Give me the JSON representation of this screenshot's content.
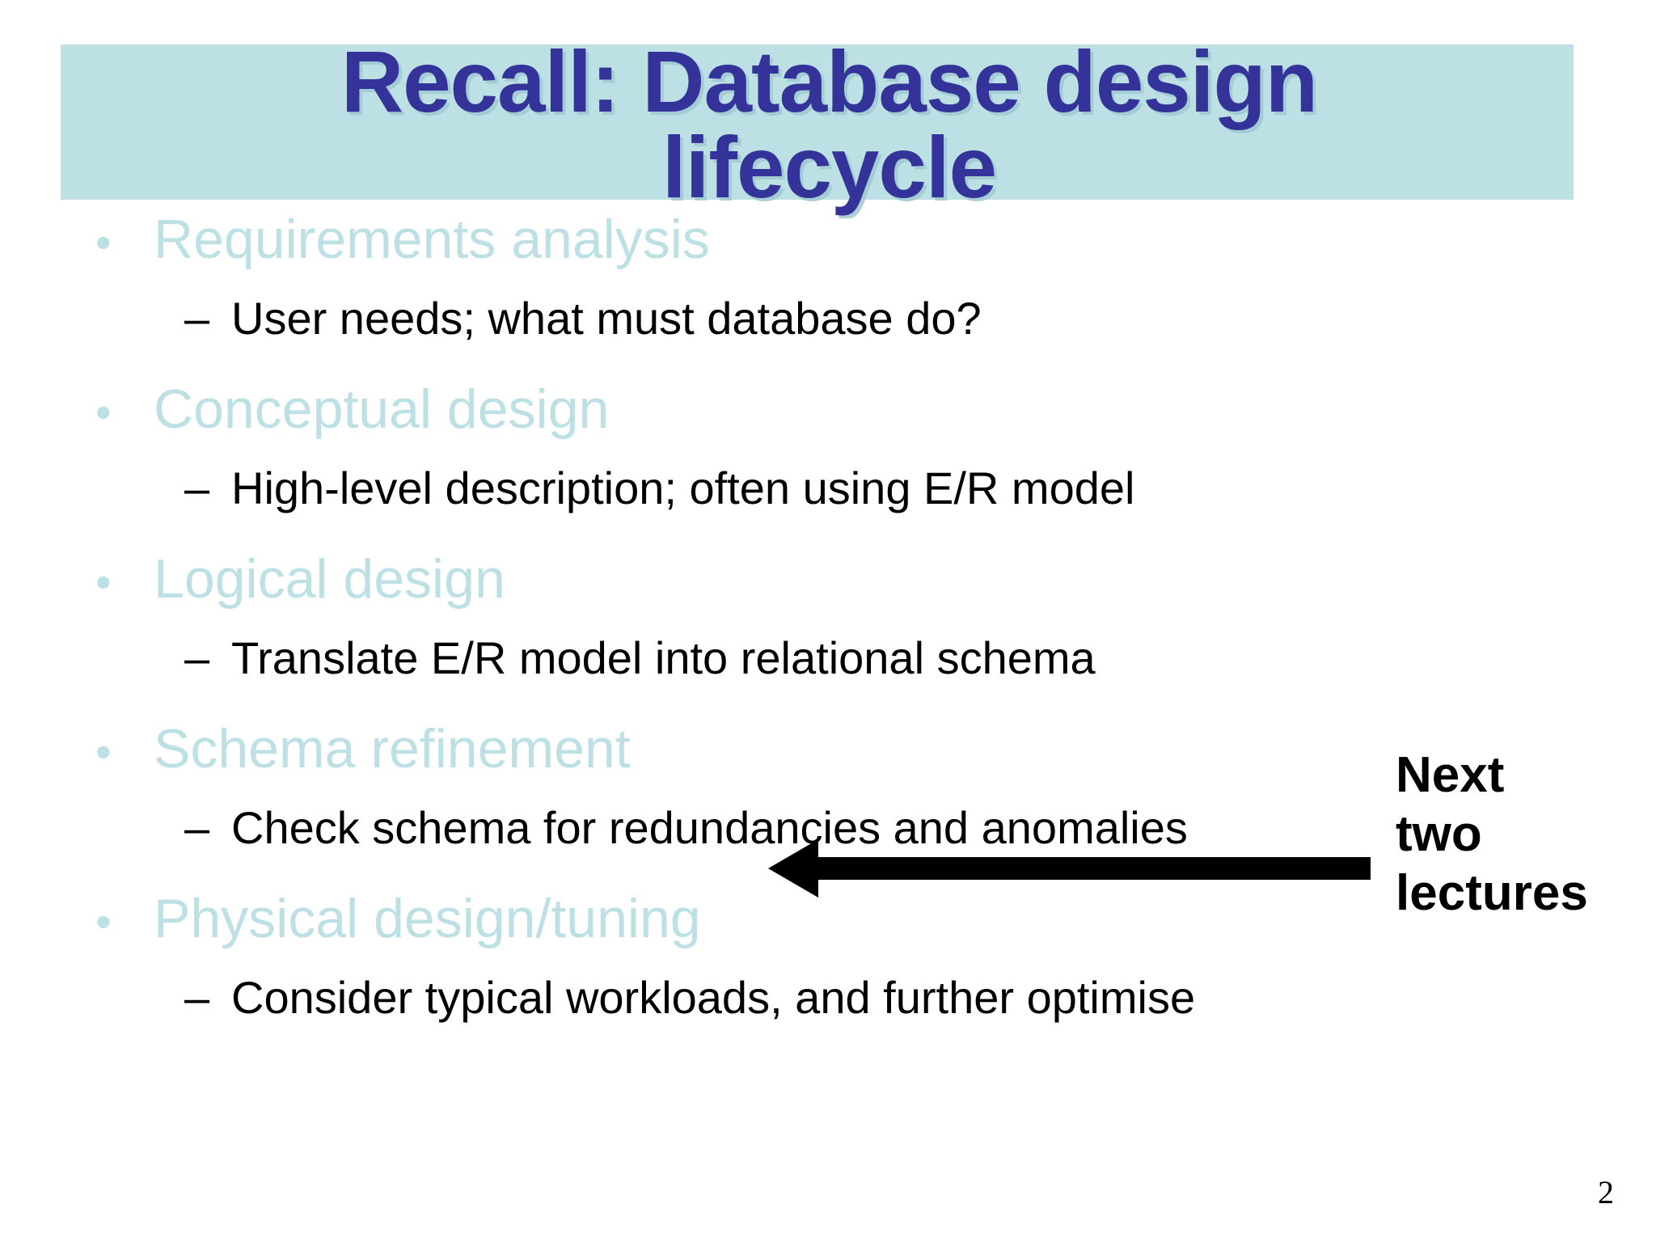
{
  "slide": {
    "title": "Recall: Database design\nlifecycle",
    "title_band_color": "#bde0e4",
    "title_text_color": "#333399",
    "level1_color": "#bde0e4",
    "level2_color": "#000000",
    "background_color": "#ffffff",
    "page_number": "2",
    "outline": [
      {
        "marker": "•",
        "label": "Requirements analysis",
        "sub": [
          {
            "marker": "–",
            "label": "User needs; what must database do?"
          }
        ]
      },
      {
        "marker": "•",
        "label": "Conceptual design",
        "sub": [
          {
            "marker": "–",
            "label": "High-level description; often using E/R model"
          }
        ]
      },
      {
        "marker": "•",
        "label": "Logical design",
        "sub": [
          {
            "marker": "–",
            "label": "Translate E/R model into relational schema"
          }
        ]
      },
      {
        "marker": "•",
        "label": "Schema refinement",
        "sub": [
          {
            "marker": "–",
            "label": "Check schema for redundancies and anomalies"
          }
        ]
      },
      {
        "marker": "•",
        "label": "Physical design/tuning",
        "sub": [
          {
            "marker": "–",
            "label": "Consider typical workloads, and further optimise"
          }
        ]
      }
    ],
    "annotation": {
      "label": "Next\ntwo\nlectures",
      "arrow_direction": "left",
      "arrow_color": "#000000"
    }
  }
}
